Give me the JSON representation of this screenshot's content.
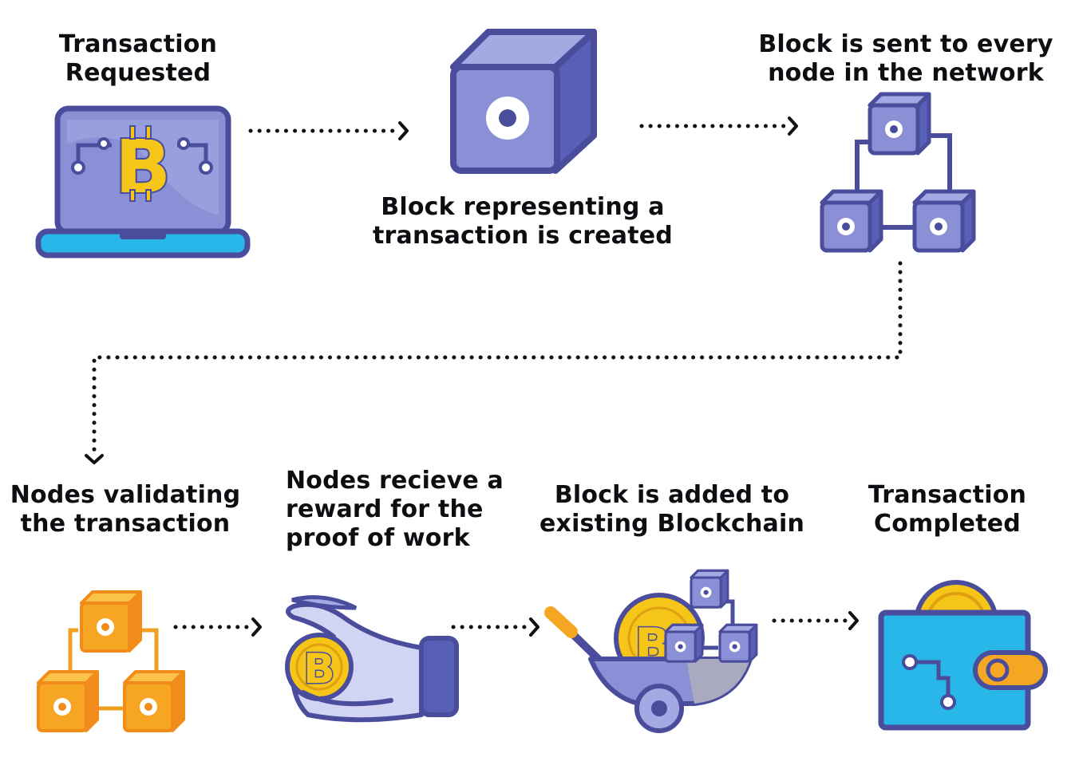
{
  "colors": {
    "outline": "#4a4c9c",
    "purple_face": "#8b90d6",
    "purple_side": "#575fb6",
    "purple_top": "#a5a9e3",
    "orange_face": "#f7a623",
    "orange_side": "#f18c1a",
    "orange_top": "#fbc24a",
    "gold": "#f5c518",
    "blue": "#29b6e8",
    "connector": "#f0a020",
    "text": "#0d0d12",
    "dots": "#111111"
  },
  "steps": [
    {
      "id": "transaction-requested",
      "label": "Transaction\nRequested",
      "icon": "laptop-bitcoin-icon"
    },
    {
      "id": "block-created",
      "label": "Block representing a\ntransaction is created",
      "icon": "block-cube-icon"
    },
    {
      "id": "block-sent",
      "label": "Block is sent to every\nnode in the network",
      "icon": "network-nodes-icon"
    },
    {
      "id": "nodes-validating",
      "label": "Nodes validating\nthe transaction",
      "icon": "orange-nodes-icon"
    },
    {
      "id": "nodes-reward",
      "label": "Nodes recieve a\nreward for the\nproof of work",
      "icon": "hand-bitcoin-icon"
    },
    {
      "id": "block-added",
      "label": "Block is added to\nexisting Blockchain",
      "icon": "wheelbarrow-blockchain-icon"
    },
    {
      "id": "transaction-completed",
      "label": "Transaction\nCompleted",
      "icon": "wallet-icon"
    }
  ]
}
